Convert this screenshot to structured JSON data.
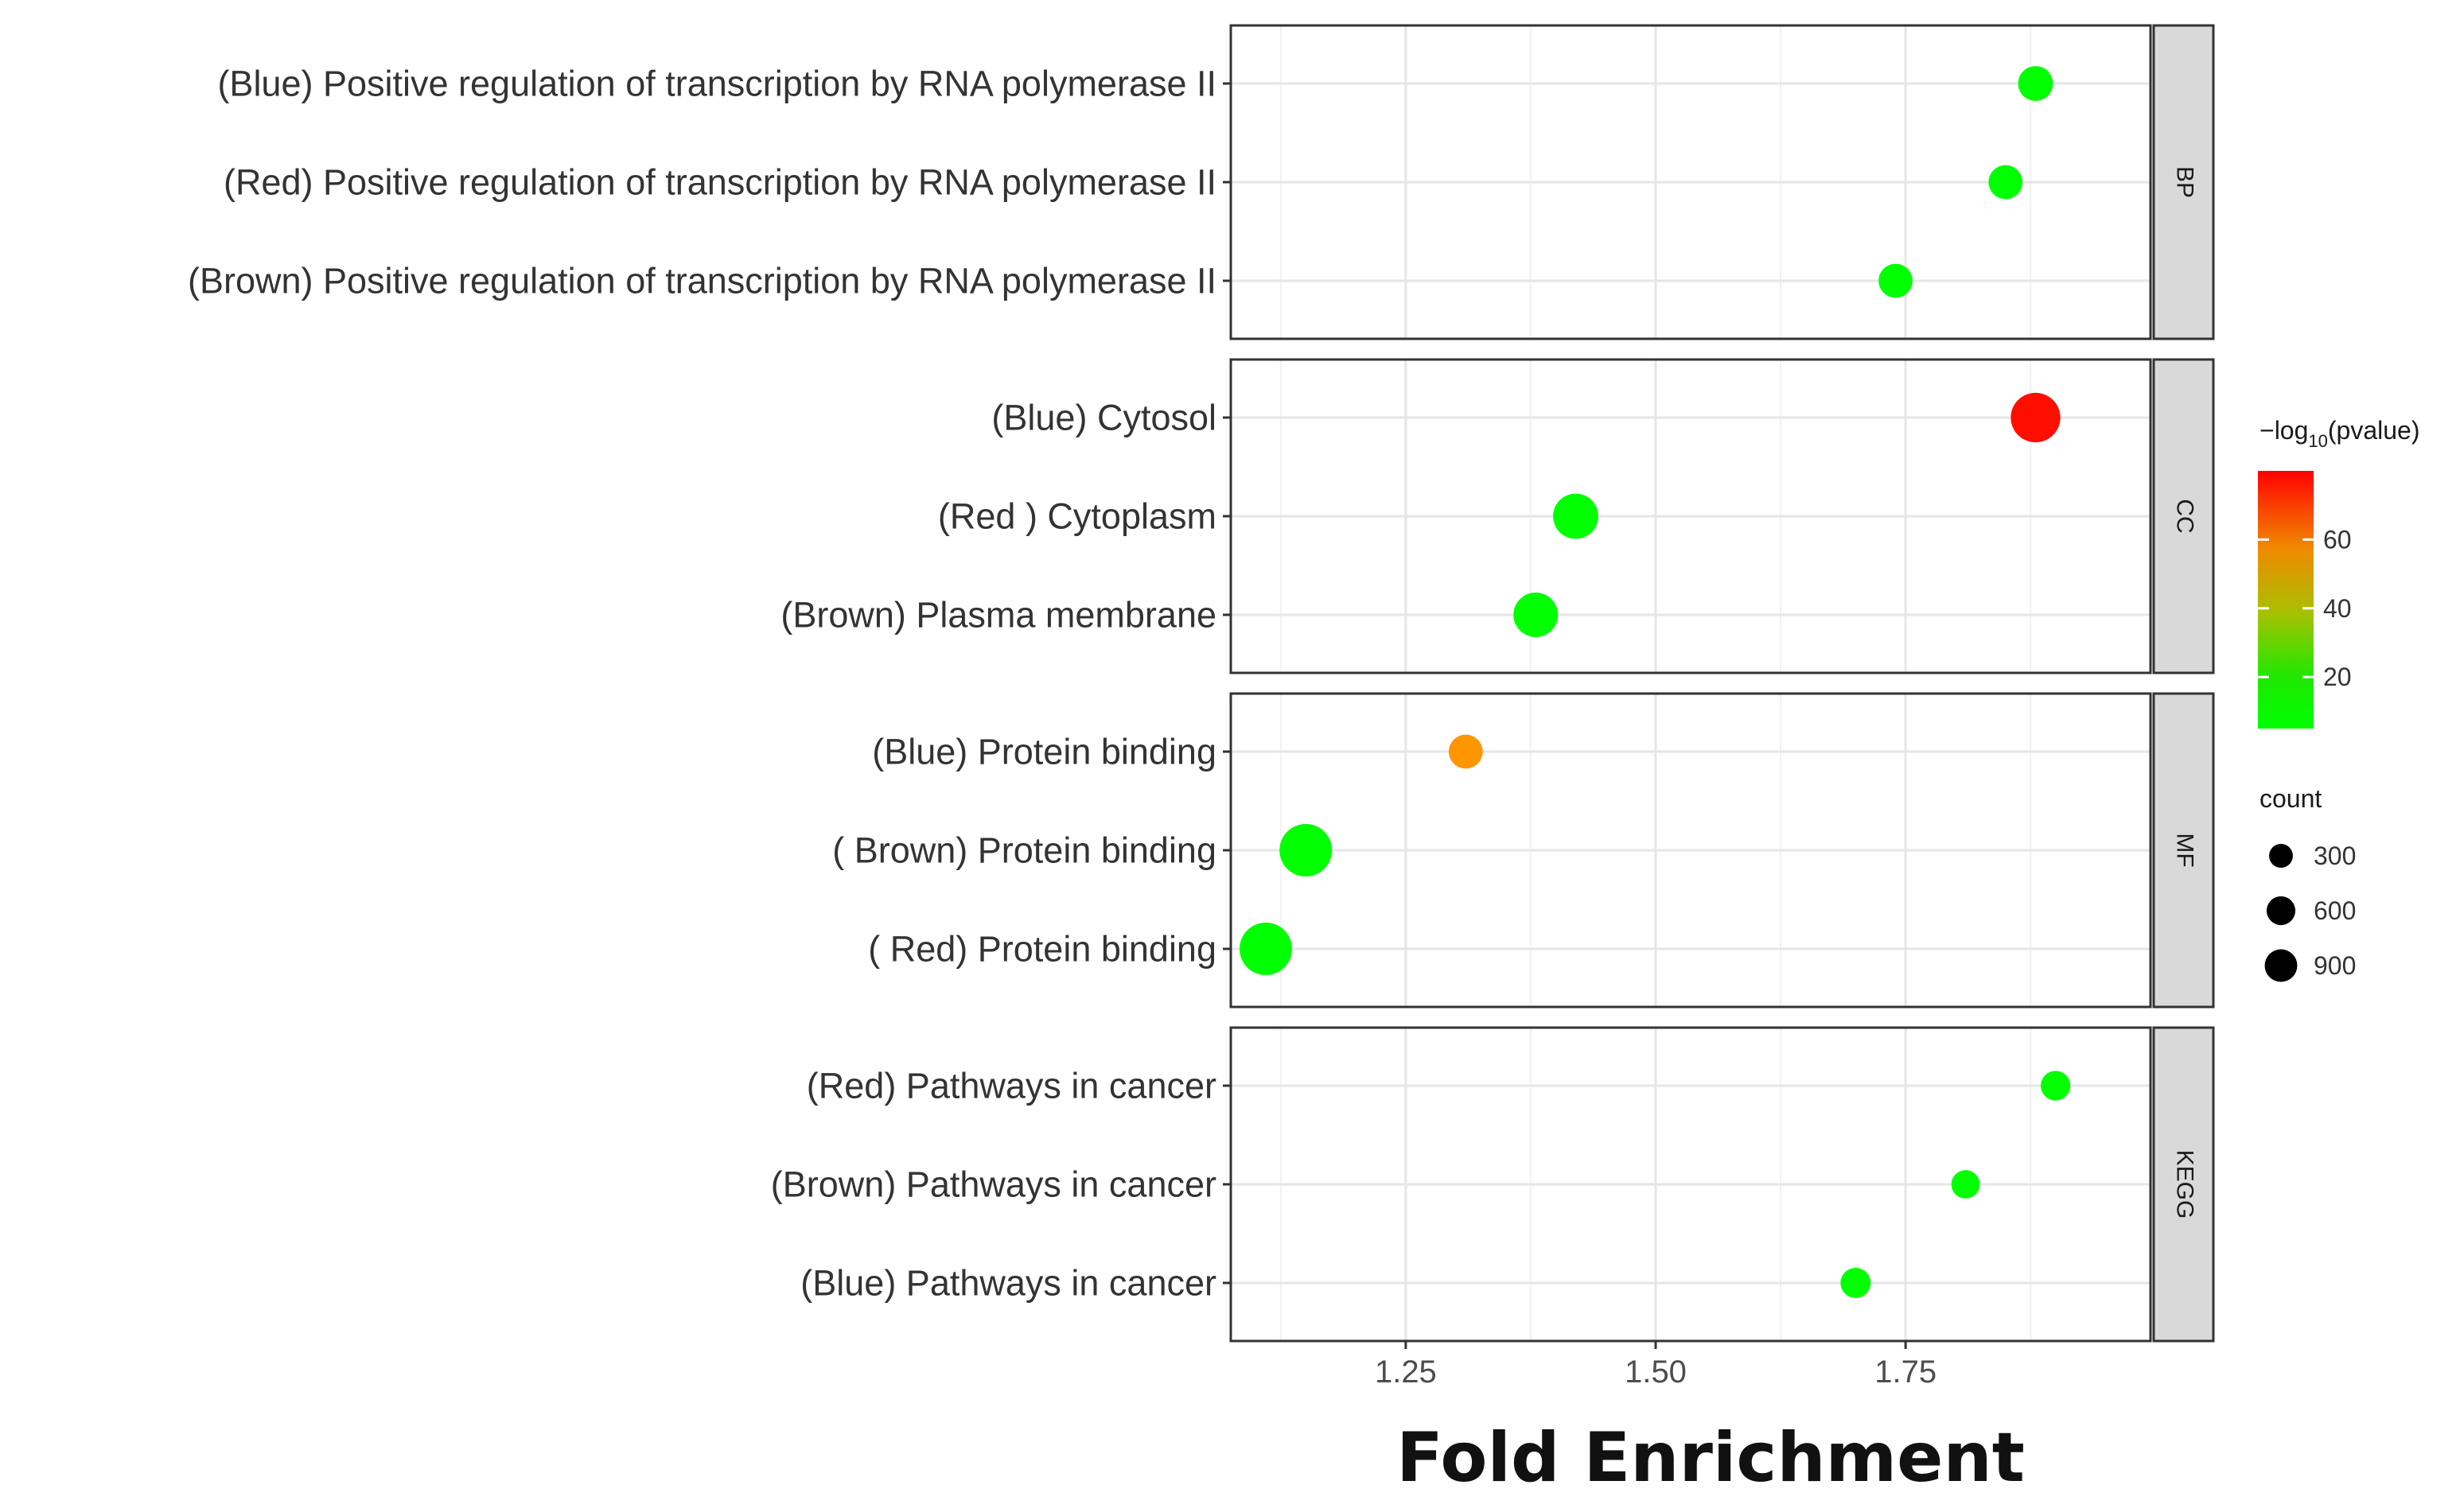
{
  "chart_data": {
    "type": "scatter",
    "xlabel": "Fold Enrichment",
    "ylabel": "",
    "x_ticks": [
      1.25,
      1.5,
      1.75
    ],
    "x_tick_labels": [
      "1.25",
      "1.50",
      "1.75"
    ],
    "xlim": [
      1.075,
      1.995
    ],
    "grid": true,
    "facets": [
      {
        "name": "BP",
        "points": [
          {
            "label": "(Blue) Positive regulation of transcription by RNA polymerase II",
            "x": 1.88,
            "neglog10p": 5,
            "count": 200
          },
          {
            "label": "(Red) Positive regulation of transcription by RNA polymerase II",
            "x": 1.85,
            "neglog10p": 5,
            "count": 180
          },
          {
            "label": "(Brown) Positive regulation of transcription by RNA polymerase II",
            "x": 1.74,
            "neglog10p": 5,
            "count": 180
          }
        ]
      },
      {
        "name": "CC",
        "points": [
          {
            "label": "(Blue) Cytosol",
            "x": 1.88,
            "neglog10p": 78,
            "count": 750
          },
          {
            "label": "(Red ) Cytoplasm",
            "x": 1.42,
            "neglog10p": 5,
            "count": 550
          },
          {
            "label": "(Brown) Plasma membrane",
            "x": 1.38,
            "neglog10p": 5,
            "count": 520
          }
        ]
      },
      {
        "name": "MF",
        "points": [
          {
            "label": "(Blue) Protein binding",
            "x": 1.31,
            "neglog10p": 58,
            "count": 180
          },
          {
            "label": "( Brown) Protein binding",
            "x": 1.15,
            "neglog10p": 5,
            "count": 900
          },
          {
            "label": "( Red) Protein binding",
            "x": 1.11,
            "neglog10p": 5,
            "count": 900
          }
        ]
      },
      {
        "name": "KEGG",
        "points": [
          {
            "label": "(Red) Pathways in cancer",
            "x": 1.9,
            "neglog10p": 4,
            "count": 90
          },
          {
            "label": "(Brown) Pathways in cancer",
            "x": 1.81,
            "neglog10p": 4,
            "count": 70
          },
          {
            "label": "(Blue) Pathways in cancer",
            "x": 1.7,
            "neglog10p": 4,
            "count": 100
          }
        ]
      }
    ],
    "color_legend": {
      "title": "−log10(pvalue)",
      "title_main": "−log",
      "title_sub": "10",
      "title_tail": "(pvalue)",
      "ticks": [
        20,
        40,
        60
      ],
      "tick_labels": [
        "20",
        "40",
        "60"
      ],
      "range": [
        5,
        80
      ],
      "colors": [
        "#00ff00",
        "#ff0000"
      ]
    },
    "size_legend": {
      "title": "count",
      "values": [
        300,
        600,
        900
      ],
      "labels": [
        "300",
        "600",
        "900"
      ]
    },
    "legend_position": "right"
  }
}
